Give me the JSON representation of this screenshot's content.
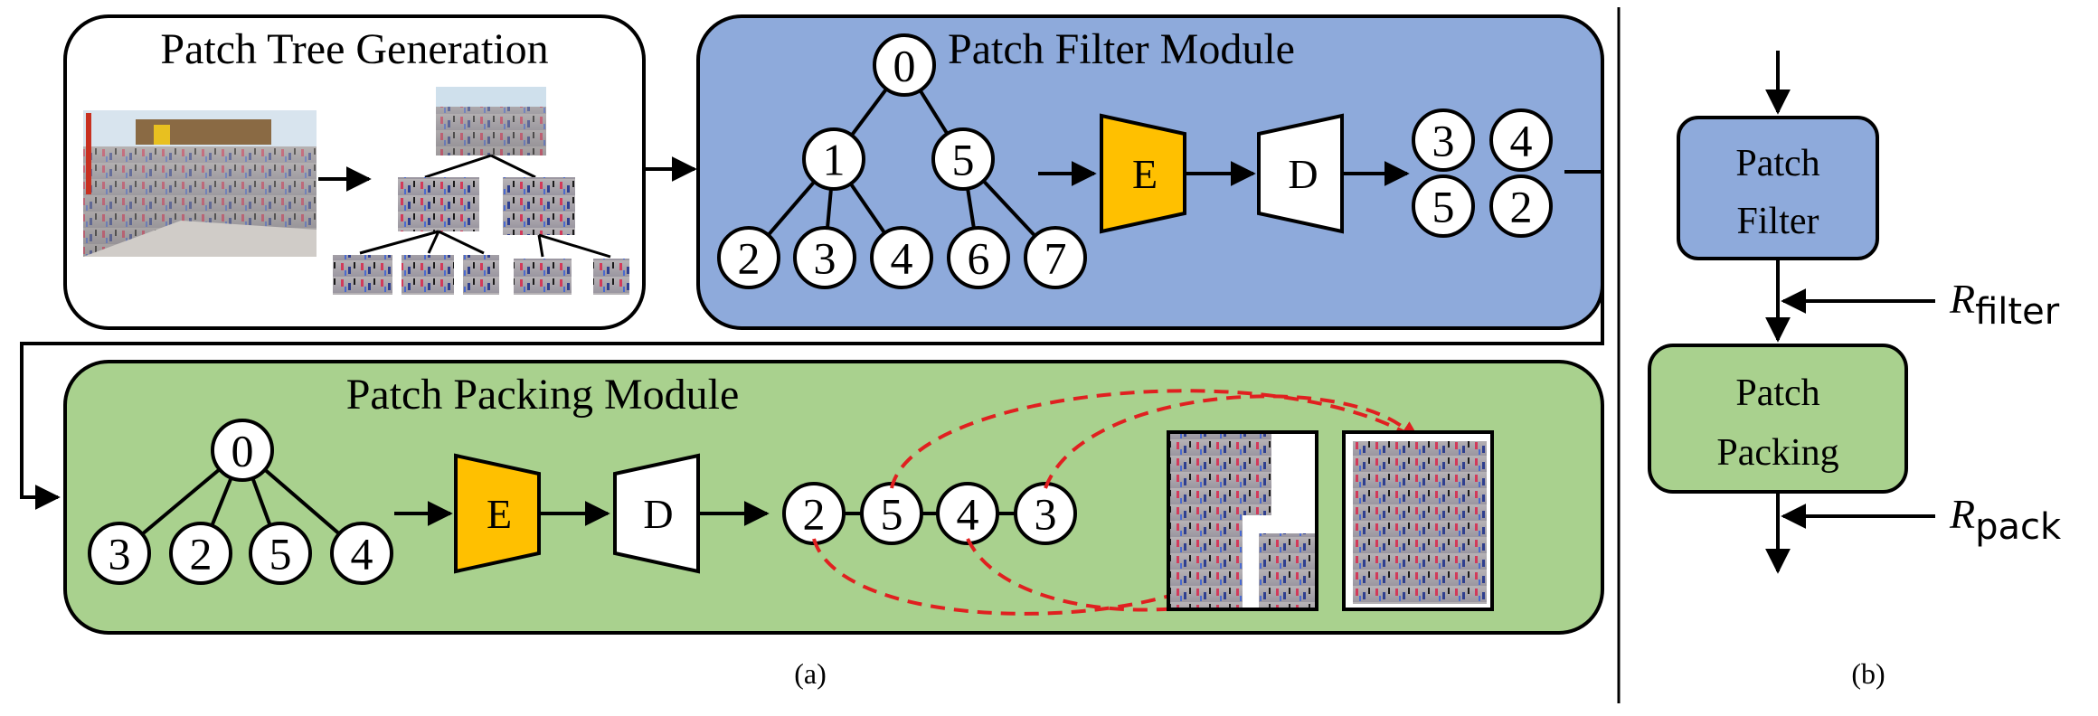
{
  "panel_a": {
    "tree_box": {
      "title": "Patch Tree Generation"
    },
    "filter_box": {
      "title": "Patch Filter Module",
      "tree_nodes": [
        "0",
        "1",
        "5",
        "2",
        "3",
        "4",
        "6",
        "7"
      ],
      "encoder": "E",
      "decoder": "D",
      "output_nodes": [
        "3",
        "4",
        "5",
        "2"
      ]
    },
    "packing_box": {
      "title": "Patch Packing Module",
      "tree_nodes": [
        "0",
        "3",
        "2",
        "5",
        "4"
      ],
      "encoder": "E",
      "decoder": "D",
      "chain_nodes": [
        "2",
        "5",
        "4",
        "3"
      ]
    },
    "caption": "(a)"
  },
  "panel_b": {
    "filter_block": {
      "line1": "Patch",
      "line2": "Filter"
    },
    "packing_block": {
      "line1": "Patch",
      "line2": "Packing"
    },
    "r_filter": {
      "symbol": "R",
      "subscript": "filter"
    },
    "r_pack": {
      "symbol": "R",
      "subscript": "pack"
    },
    "caption": "(b)"
  },
  "colors": {
    "filter_fill": "#8eaadb",
    "packing_fill": "#a9d18e",
    "encoder_fill": "#ffc000",
    "dashed_arrow": "#e02020",
    "outline": "#000000"
  }
}
